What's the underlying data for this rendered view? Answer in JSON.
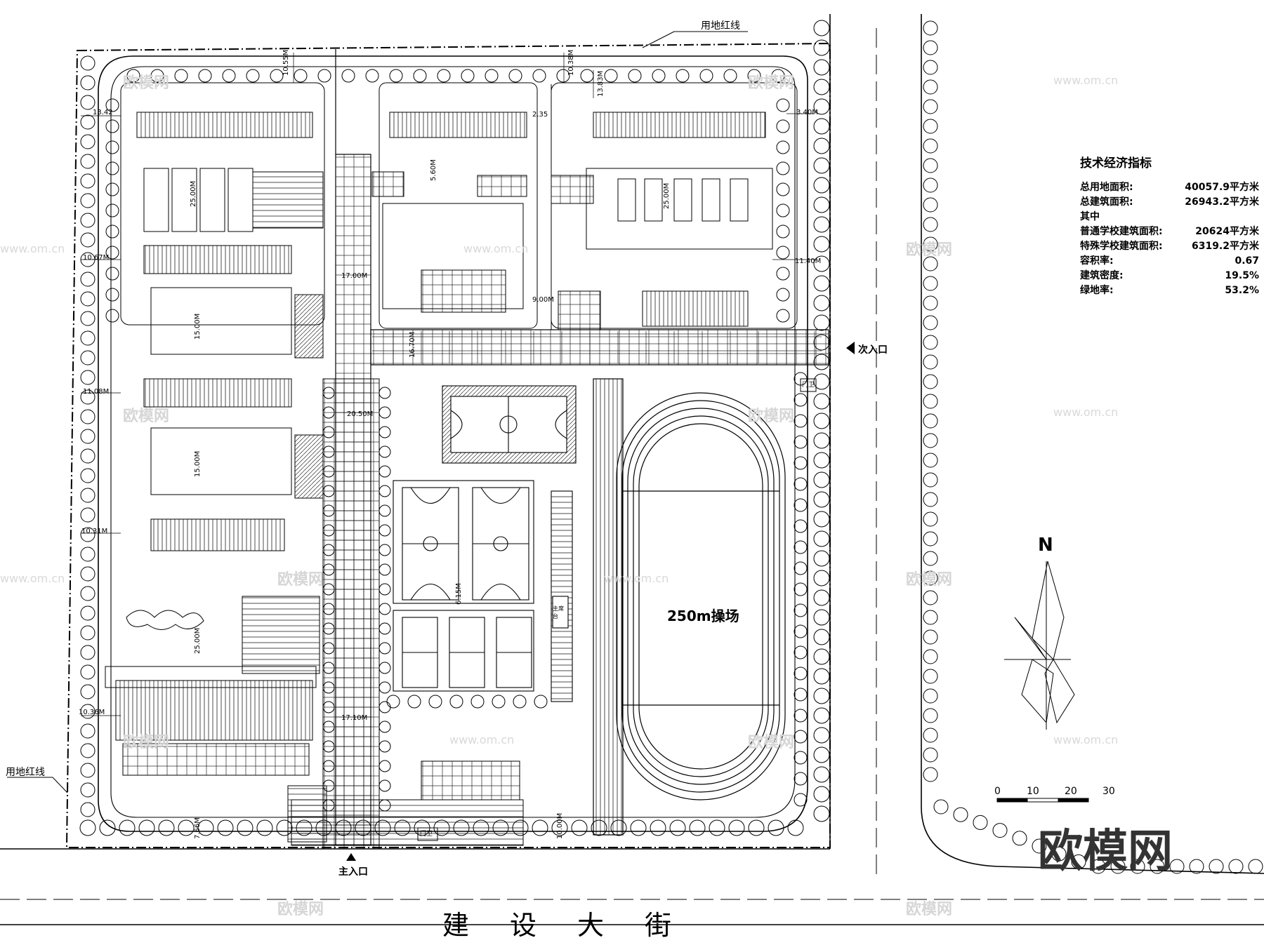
{
  "redline_label": "用地红线",
  "indicators": {
    "title": "技术经济指标",
    "rows": [
      {
        "label": "总用地面积:",
        "value": "40057.9平方米"
      },
      {
        "label": "总建筑面积:",
        "value": "26943.2平方米"
      },
      {
        "label": "其中",
        "value": ""
      },
      {
        "label": "普通学校建筑面积:",
        "value": "20624平方米"
      },
      {
        "label": "特殊学校建筑面积:",
        "value": "6319.2平方米"
      },
      {
        "label": "容积率:",
        "value": "0.67"
      },
      {
        "label": "建筑密度:",
        "value": "19.5%"
      },
      {
        "label": "绿地率:",
        "value": "53.2%"
      }
    ]
  },
  "entrances": {
    "main": "主入口",
    "secondary": "次入口"
  },
  "street_name": [
    "建",
    "设",
    "大",
    "街"
  ],
  "field_label": "250m操场",
  "north_label": "N",
  "scale_bar": [
    "0",
    "10",
    "20",
    "30"
  ],
  "watermark_logo": "欧模网",
  "watermark_small": "欧模网",
  "watermark_url": "www.om.cn",
  "dimensions": {
    "top_left": "10.55M",
    "top_mid": "10.38M",
    "top_right": "13.83M",
    "left_1": "13.42",
    "mid_1": "2.35",
    "right_1": "3.40M",
    "left_2": "10.67M",
    "right_2": "11.40M",
    "left_3": "11.08M",
    "left_4": "10.31M",
    "left_5": "10.36M",
    "road_1": "17.00M",
    "road_2": "16.70M",
    "road_3": "20.50M",
    "road_4": "17.10M",
    "road_5": "9.00M",
    "bottom_1": "7.66M",
    "bottom_2": "10.00M",
    "court": "6.15M",
    "bldg_1": "25.00M",
    "bldg_2": "25.00M",
    "bldg_3": "15.00M",
    "bldg_4": "15.00M",
    "bldg_5": "25.00M",
    "yard": "5.60M"
  },
  "room_tags": [
    "门卫",
    "门卫",
    "主席台"
  ]
}
